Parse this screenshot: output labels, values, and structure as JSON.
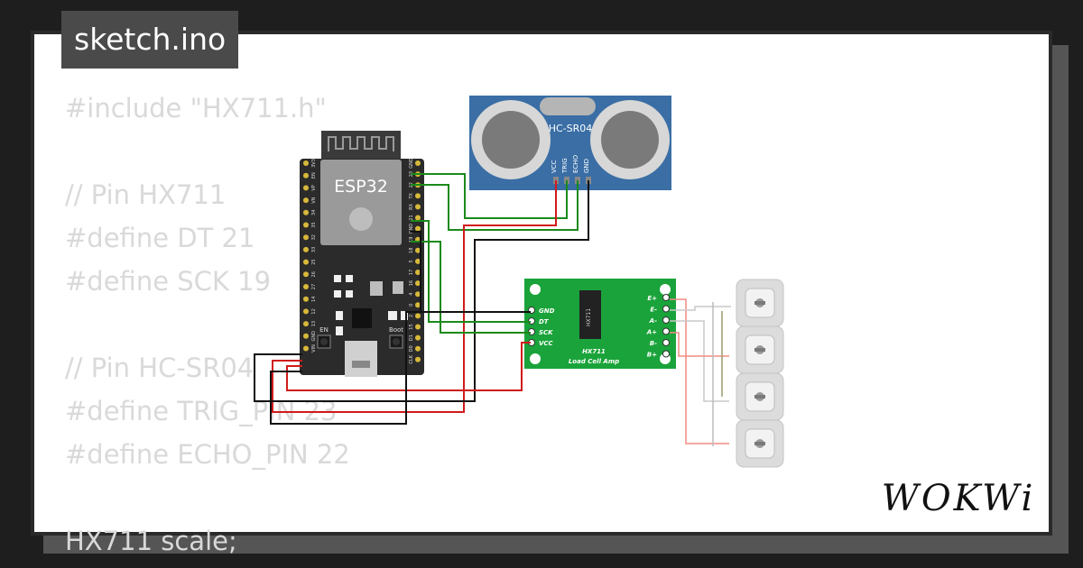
{
  "title": "sketch.ino",
  "code_lines": [
    "#include \"HX711.h\"",
    "",
    "// Pin HX711",
    "#define DT 21",
    "#define SCK 19",
    "",
    "// Pin HC-SR04",
    "#define TRIG_PIN 23",
    "#define ECHO_PIN 22",
    "",
    "HX711 scale;"
  ],
  "esp32": {
    "label": "ESP32",
    "left_pins": [
      "3V3",
      "EN",
      "VP",
      "VN",
      "34",
      "35",
      "32",
      "33",
      "25",
      "26",
      "27",
      "14",
      "12",
      "13",
      "GND",
      "VIN"
    ],
    "right_pins": [
      "GND",
      "23",
      "22",
      "TX",
      "RX",
      "21",
      "GND",
      "19",
      "18",
      "5",
      "17",
      "16",
      "4",
      "0",
      "2",
      "15",
      "D1",
      "D0",
      "CLK"
    ],
    "button_en": "EN",
    "button_boot": "Boot"
  },
  "hcsr04": {
    "label": "HC-SR04",
    "pins": [
      "VCC",
      "TRIG",
      "ECHO",
      "GND"
    ]
  },
  "hx711": {
    "chip_label": "HX711",
    "board_label": "HX711",
    "subtitle": "Load Cell Amp",
    "left_pins": [
      "GND",
      "DT",
      "SCK",
      "VCC"
    ],
    "right_pins": [
      "E+",
      "E-",
      "A-",
      "A+",
      "B-",
      "B+"
    ]
  },
  "load_cells": {
    "count": 4
  },
  "brand": "WOKWi",
  "colors": {
    "background": "#1e1e1e",
    "card": "#ffffff",
    "code_text": "#d9d9d9",
    "title_tab": "#4a4a4a",
    "esp32_board": "#2b2b2b",
    "hcsr04_board": "#3a6ea5",
    "hx711_board": "#1aa33a",
    "wire_green": "#1b8a1b",
    "wire_red": "#d11a1a",
    "wire_black": "#111111"
  }
}
